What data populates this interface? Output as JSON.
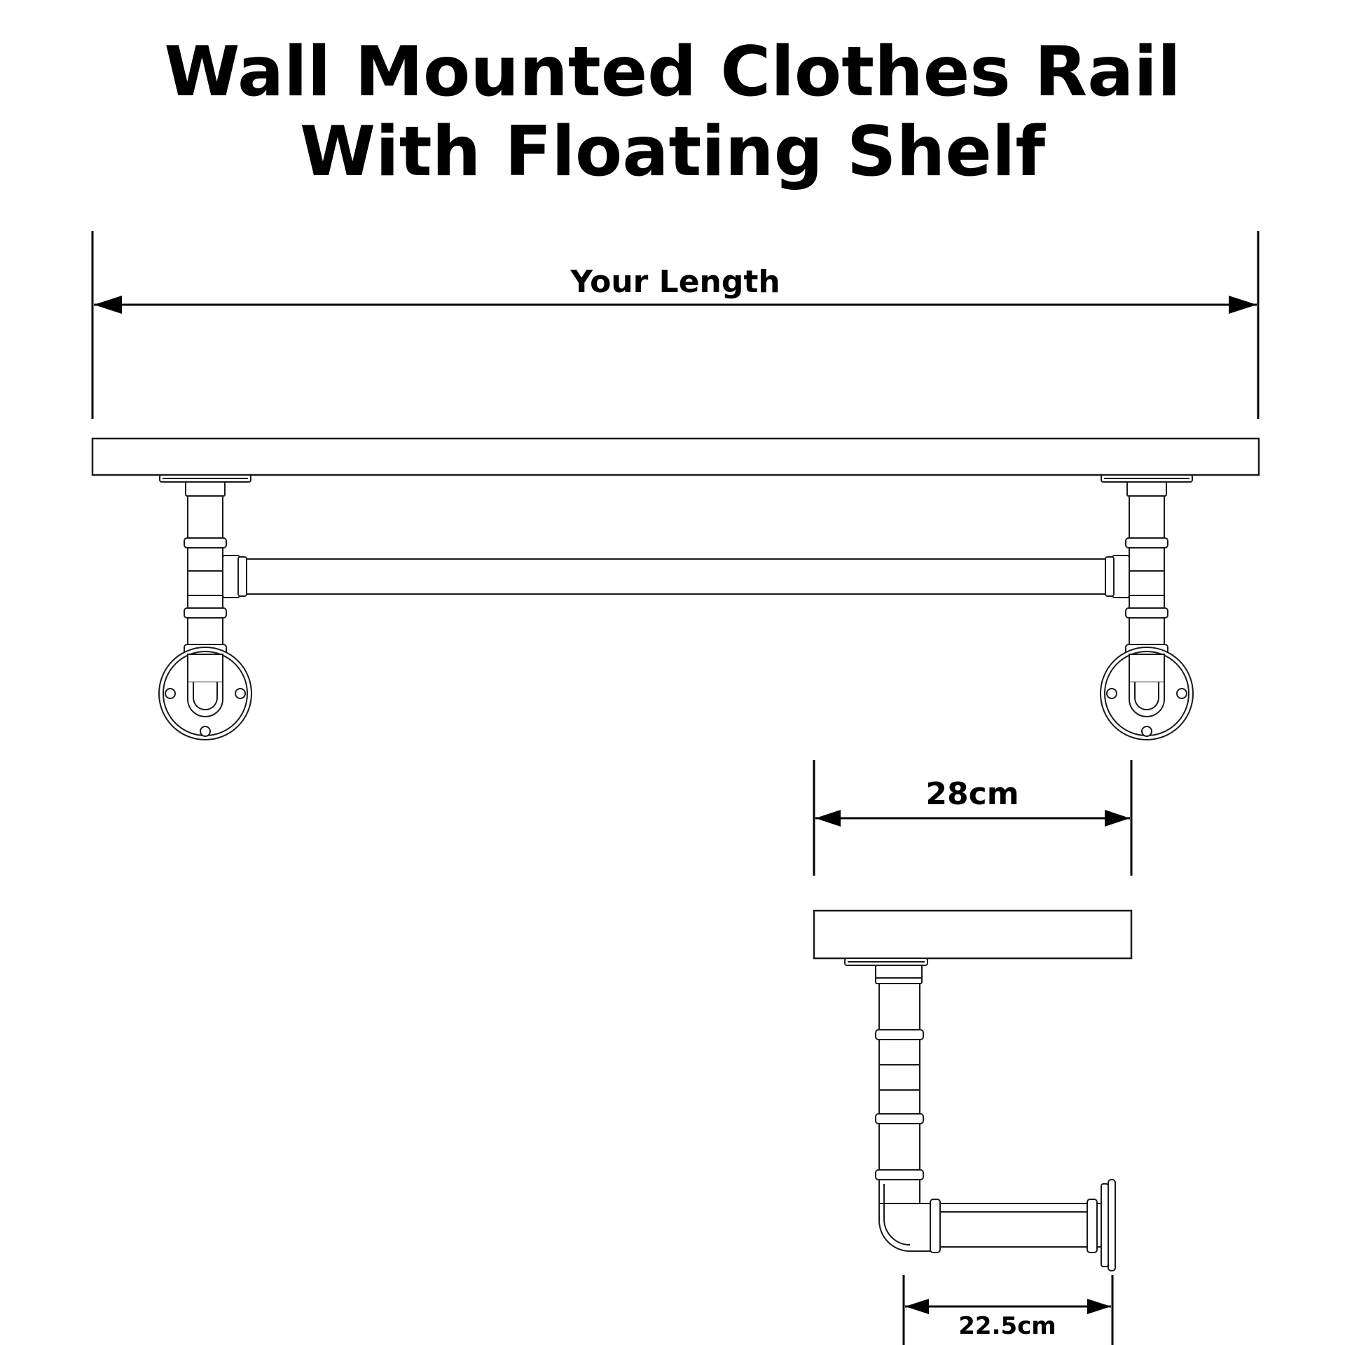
{
  "title": {
    "line1": "Wall Mounted Clothes Rail",
    "line2": "With Floating Shelf"
  },
  "dimensions": {
    "overall_length": "Your Length",
    "shelf_depth": "28cm",
    "bracket_projection": "22.5cm"
  },
  "colors": {
    "line": "#1a1a1a",
    "background": "#ffffff"
  }
}
